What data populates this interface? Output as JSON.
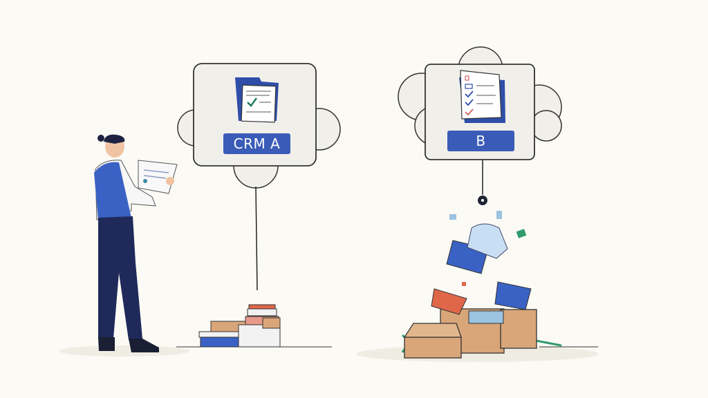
{
  "colors": {
    "background": "#fbfaf5",
    "brand_blue": "#3a5bb8",
    "navy": "#1f2b5a",
    "card": "#f1efea",
    "box": "#d9a679",
    "red": "#e0664a",
    "green": "#2f9a6a"
  },
  "crm_a": {
    "label": "CRM A",
    "icon": "checklist-document-icon"
  },
  "crm_b": {
    "label": "B",
    "icon": "checklist-document-icon"
  },
  "scene": {
    "person": "person-reading-document",
    "left_pile": "stack-of-books-and-papers",
    "right_pile": "overflowing-cardboard-boxes"
  }
}
